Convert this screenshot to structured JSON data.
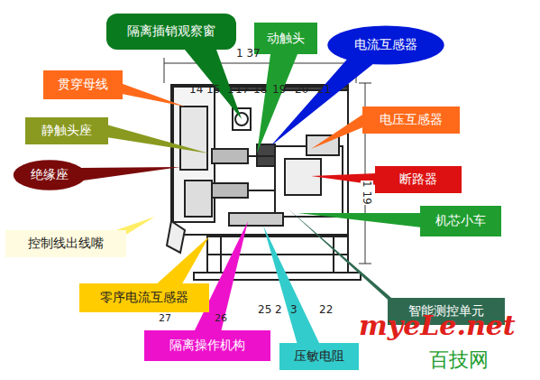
{
  "diagram": {
    "nodes": [
      {
        "text": [
          "隔离插销观察窗"
        ]
      },
      {
        "text": [
          "动触头"
        ]
      },
      {
        "text": [
          "电流互感器"
        ]
      },
      {
        "text": [
          "贯穿母线"
        ]
      },
      {
        "text": [
          "静触头座"
        ]
      },
      {
        "text": [
          "电压互感器"
        ]
      },
      {
        "text": [
          "绝缘座"
        ]
      },
      {
        "text": [
          "断路器"
        ]
      },
      {
        "text": [
          "机芯小车"
        ]
      },
      {
        "text": [
          "控制线出线嘴"
        ]
      },
      {
        "text": [
          "零序电流互感器"
        ]
      },
      {
        "text": [
          "智能测控单元"
        ]
      },
      {
        "text": [
          "隔离操作机构"
        ]
      },
      {
        "text": [
          "压敏电阻"
        ]
      }
    ],
    "labels": [
      "1 37",
      "14",
      "15",
      "1",
      "17",
      "18",
      "19",
      "20",
      "21",
      "1 19",
      "27",
      "26",
      "25",
      "2",
      "3",
      "22",
      "myeLe.net",
      "百技网"
    ]
  }
}
